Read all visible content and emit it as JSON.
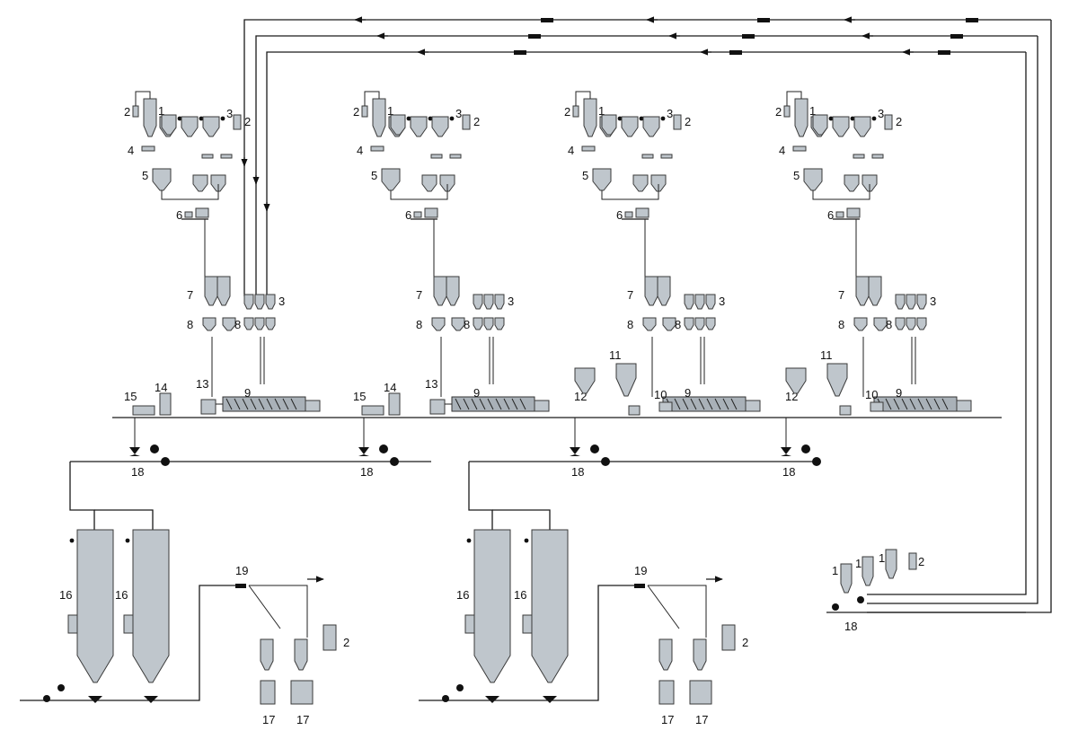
{
  "labels": {
    "raw_silo": "1",
    "small_bin": "2",
    "additive_bin": "3",
    "screw": "4",
    "weigh_hopper": "5",
    "mixer": "6",
    "premix_bin": "7",
    "feeder": "8",
    "extruder": "9",
    "vent": "10",
    "cyclone": "11",
    "cyclone_small": "12",
    "water_bath": "13",
    "pelletizer": "14",
    "dryer": "15",
    "storage_silo": "16",
    "packer": "17",
    "blower": "18",
    "diverter": "19"
  },
  "colors": {
    "equipment_fill": "#bfc6cc",
    "line": "#1a1a1a",
    "background": "#ffffff"
  },
  "icons": [
    "valve-icon",
    "blower-icon",
    "arrow-icon",
    "motor-icon"
  ]
}
